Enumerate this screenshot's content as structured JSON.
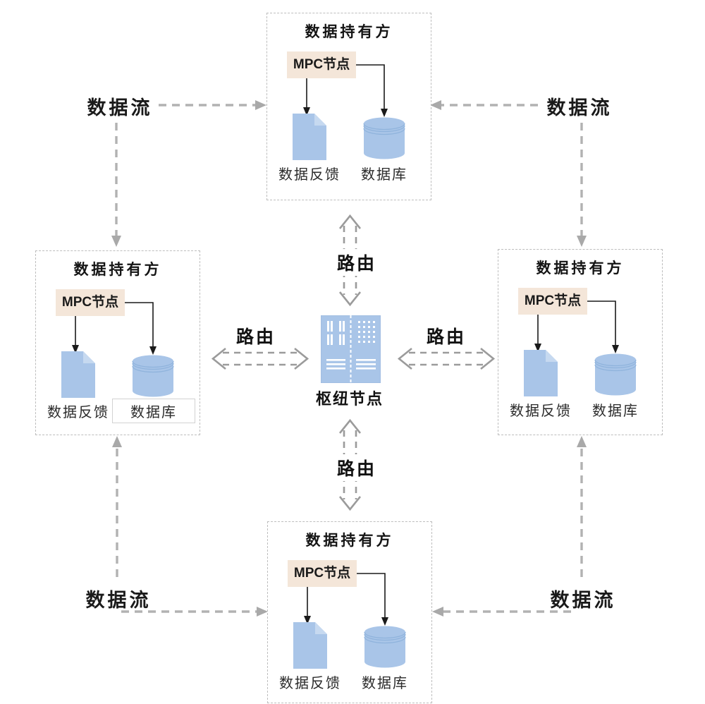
{
  "colors": {
    "icon_blue": "#a9c5e8",
    "icon_blue_light": "#c6d9f0",
    "label_beige": "#f4e6d9",
    "box_border_gray": "#bdbdbd",
    "flow_arrow_gray": "#b2b2b2",
    "route_arrow_gray": "#9b9b9b",
    "text_black": "#1a1a1a"
  },
  "hub": {
    "label": "枢纽节点",
    "icon": "server-rack-icon"
  },
  "holders": [
    {
      "position": "top",
      "title": "数据持有方",
      "mpc_label": "MPC节点",
      "doc_label": "数据反馈",
      "db_label": "数据库"
    },
    {
      "position": "left",
      "title": "数据持有方",
      "mpc_label": "MPC节点",
      "doc_label": "数据反馈",
      "db_label": "数据库"
    },
    {
      "position": "right",
      "title": "数据持有方",
      "mpc_label": "MPC节点",
      "doc_label": "数据反馈",
      "db_label": "数据库"
    },
    {
      "position": "bottom",
      "title": "数据持有方",
      "mpc_label": "MPC节点",
      "doc_label": "数据反馈",
      "db_label": "数据库"
    }
  ],
  "routes": [
    {
      "position": "top",
      "label": "路由"
    },
    {
      "position": "left",
      "label": "路由"
    },
    {
      "position": "right",
      "label": "路由"
    },
    {
      "position": "bottom",
      "label": "路由"
    }
  ],
  "flows": [
    {
      "position": "top-left",
      "label": "数据流"
    },
    {
      "position": "top-right",
      "label": "数据流"
    },
    {
      "position": "bottom-left",
      "label": "数据流"
    },
    {
      "position": "bottom-right",
      "label": "数据流"
    }
  ]
}
